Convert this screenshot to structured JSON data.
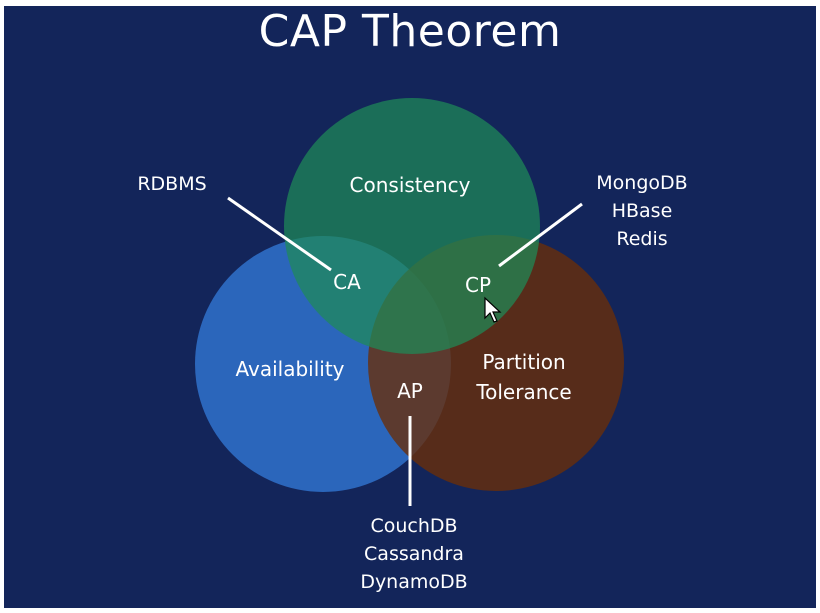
{
  "title": "CAP Theorem",
  "circles": {
    "consistency": {
      "label": "Consistency",
      "color": "#1e8a57"
    },
    "availability": {
      "label": "Availability",
      "color": "#2f70c8"
    },
    "partition": {
      "label_lines": [
        "Partition",
        "Tolerance"
      ],
      "color": "#6a2e08"
    }
  },
  "intersections": {
    "ca": "CA",
    "cp": "CP",
    "ap": "AP"
  },
  "callouts": {
    "ca": [
      "RDBMS"
    ],
    "cp": [
      "MongoDB",
      "HBase",
      "Redis"
    ],
    "ap": [
      "CouchDB",
      "Cassandra",
      "DynamoDB"
    ]
  },
  "colors": {
    "background": "#13255a",
    "text": "#ffffff",
    "leader_line": "#ffffff"
  }
}
